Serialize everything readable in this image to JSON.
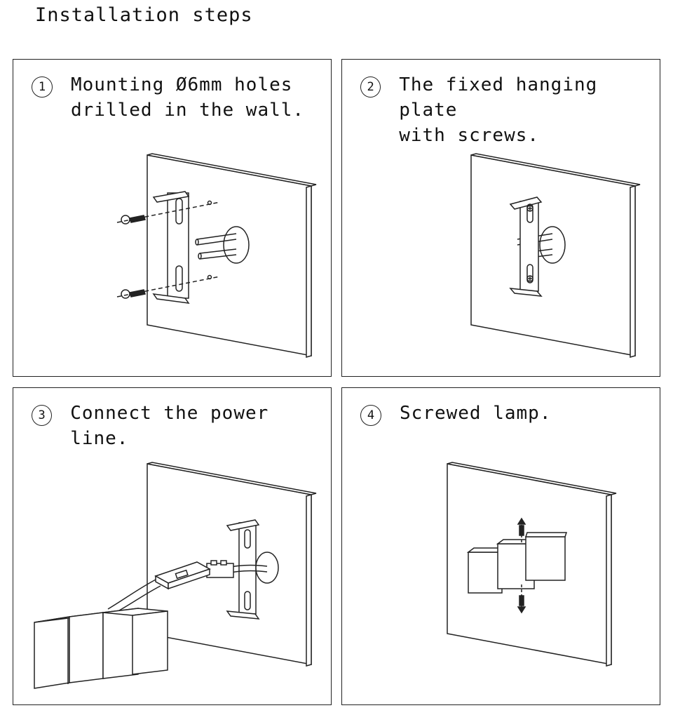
{
  "title": "Installation steps",
  "steps": [
    {
      "number": "1",
      "text": "Mounting Ø6mm holes\ndrilled in the wall."
    },
    {
      "number": "2",
      "text": "The fixed hanging plate\nwith screws."
    },
    {
      "number": "3",
      "text": "Connect the power line."
    },
    {
      "number": "4",
      "text": "Screwed lamp."
    }
  ]
}
